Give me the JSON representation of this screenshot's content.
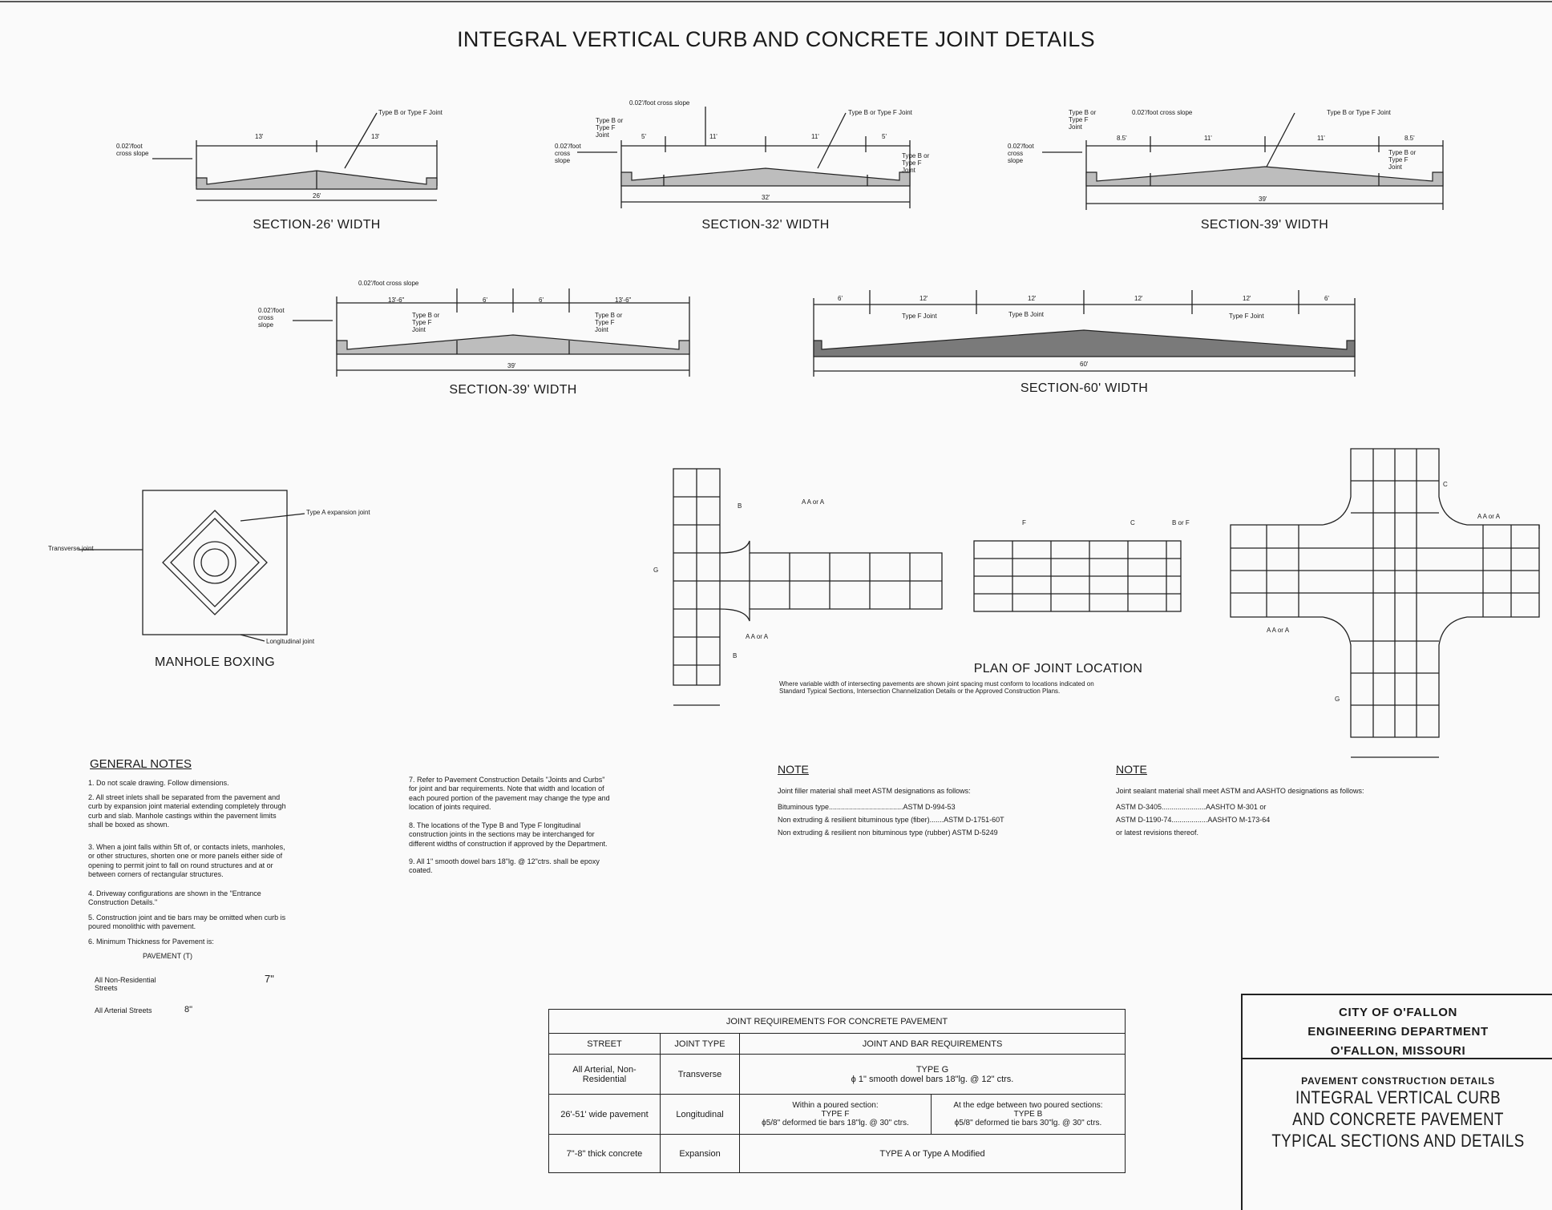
{
  "title": "INTEGRAL VERTICAL CURB AND CONCRETE JOINT DETAILS",
  "sections": {
    "s26": {
      "caption": "SECTION-26' WIDTH",
      "slope": "0.02'/foot cross slope",
      "joint": "Type B or Type F Joint",
      "dim_half": "13'",
      "dim_total": "26'"
    },
    "s32": {
      "caption": "SECTION-32' WIDTH",
      "slope_top": "0.02'/foot cross slope",
      "slope": "0.02'/foot cross slope",
      "joint_left": "Type B or Type F Joint",
      "joint_right": "Type B or Type F Joint",
      "joint_center": "Type B or Type F Joint",
      "d1": "5'",
      "d2": "11'",
      "dim_total": "32'"
    },
    "s39a": {
      "caption": "SECTION-39' WIDTH",
      "slope_top": "0.02'/foot cross slope",
      "slope": "0.02'/foot cross slope",
      "joint_left": "Type B or Type F Joint",
      "joint_right": "Type B or Type F Joint",
      "joint_center": "Type B or Type F Joint",
      "d1": "8.5'",
      "d2": "11'",
      "dim_total": "39'"
    },
    "s39b": {
      "caption": "SECTION-39' WIDTH",
      "slope_top": "0.02'/foot cross slope",
      "slope": "0.02'/foot cross slope",
      "joint_left": "Type B or Type F Joint",
      "joint_right": "Type B or Type F Joint",
      "d1": "13'-6\"",
      "d2": "6'",
      "dim_total": "39'"
    },
    "s60": {
      "caption": "SECTION-60' WIDTH",
      "joint_f1": "Type F Joint",
      "joint_b": "Type B Joint",
      "joint_f2": "Type F Joint",
      "d_edge": "6'",
      "d_mid": "12'",
      "dim_total": "60'"
    }
  },
  "manhole": {
    "caption": "MANHOLE BOXING",
    "label_expansion": "Type A expansion joint",
    "label_transverse": "Transverse joint",
    "label_longitudinal": "Longitudinal joint"
  },
  "plan": {
    "caption": "PLAN OF JOINT LOCATION",
    "note": "Where variable width of intersecting pavements are shown joint spacing must conform to locations indicated on Standard Typical Sections, Intersection Channelization Details or the Approved Construction Plans.",
    "label_a_or_a": "A A or A",
    "label_b": "B",
    "label_g": "G",
    "label_f": "F",
    "label_c": "C",
    "label_b_or_f": "B or F"
  },
  "general_notes": {
    "heading": "GENERAL NOTES",
    "items": [
      "1. Do not scale drawing. Follow dimensions.",
      "2. All street inlets shall be separated from the pavement and curb by expansion joint material extending completely through curb and slab. Manhole castings within the pavement limits shall be boxed as shown.",
      "3. When a joint falls within 5ft of, or contacts inlets, manholes, or other structures, shorten one or more panels either side of opening to permit joint to fall on round structures and at or between corners of rectangular structures.",
      "4. Driveway configurations are shown in the \"Entrance Construction Details.\"",
      "5. Construction joint and tie bars may be omitted when curb is poured monolithic with pavement.",
      "6. Minimum Thickness for Pavement is:"
    ],
    "thickness_header": "PAVEMENT (T)",
    "thickness_rows": [
      {
        "street": "All Non-Residential Streets",
        "value": "7\""
      },
      {
        "street": "All Arterial Streets",
        "value": "8\""
      }
    ],
    "items_right": [
      "7. Refer to Pavement Construction Details \"Joints and Curbs\" for joint and bar requirements. Note that width and location of each poured portion of the pavement may change the type and location of joints required.",
      "8. The locations of the Type B and Type F longitudinal construction joints in the sections may be interchanged for different widths of construction if approved by the Department.",
      "9. All 1\" smooth dowel bars 18\"lg. @ 12\"ctrs. shall be epoxy coated."
    ]
  },
  "note_filler": {
    "heading": "NOTE",
    "intro": "Joint filler material shall meet ASTM designations as follows:",
    "lines": [
      "Bituminous type.....................................ASTM D-994-53",
      "Non extruding & resilient bituminous type (fiber).......ASTM D-1751-60T",
      "Non extruding & resilient non bituminous type (rubber) ASTM D-5249"
    ]
  },
  "note_sealant": {
    "heading": "NOTE",
    "intro": "Joint sealant material shall meet ASTM and AASHTO designations as follows:",
    "lines": [
      "ASTM D-3405......................AASHTO M-301 or",
      "ASTM D-1190-74..................AASHTO M-173-64",
      "or latest revisions thereof."
    ]
  },
  "joint_table": {
    "title": "JOINT REQUIREMENTS FOR CONCRETE PAVEMENT",
    "headers": [
      "STREET",
      "JOINT TYPE",
      "JOINT AND BAR REQUIREMENTS"
    ],
    "street_1": "All Arterial, Non-Residential",
    "street_2": "26'-51' wide pavement",
    "street_3": "7\"-8\" thick concrete",
    "type_1": "Transverse",
    "type_2": "Longitudinal",
    "type_3": "Expansion",
    "req_1a": "TYPE G",
    "req_1b": "ϕ  1\" smooth dowel bars 18\"lg. @ 12\" ctrs.",
    "req_2a_head": "Within a poured section:",
    "req_2a_type": "TYPE F",
    "req_2a_bar": "ϕ5/8\" deformed tie bars 18\"lg. @ 30\" ctrs.",
    "req_2b_head": "At the edge between two poured sections:",
    "req_2b_type": "TYPE B",
    "req_2b_bar": "ϕ5/8\" deformed tie bars 30\"lg. @ 30\" ctrs.",
    "req_3": "TYPE A or Type A Modified"
  },
  "title_block": {
    "line1": "CITY OF O'FALLON",
    "line2": "ENGINEERING DEPARTMENT",
    "line3": "O'FALLON, MISSOURI",
    "subtitle": "PAVEMENT CONSTRUCTION DETAILS",
    "big1": "INTEGRAL VERTICAL CURB",
    "big2": "AND CONCRETE PAVEMENT",
    "big3": "TYPICAL SECTIONS AND DETAILS"
  }
}
